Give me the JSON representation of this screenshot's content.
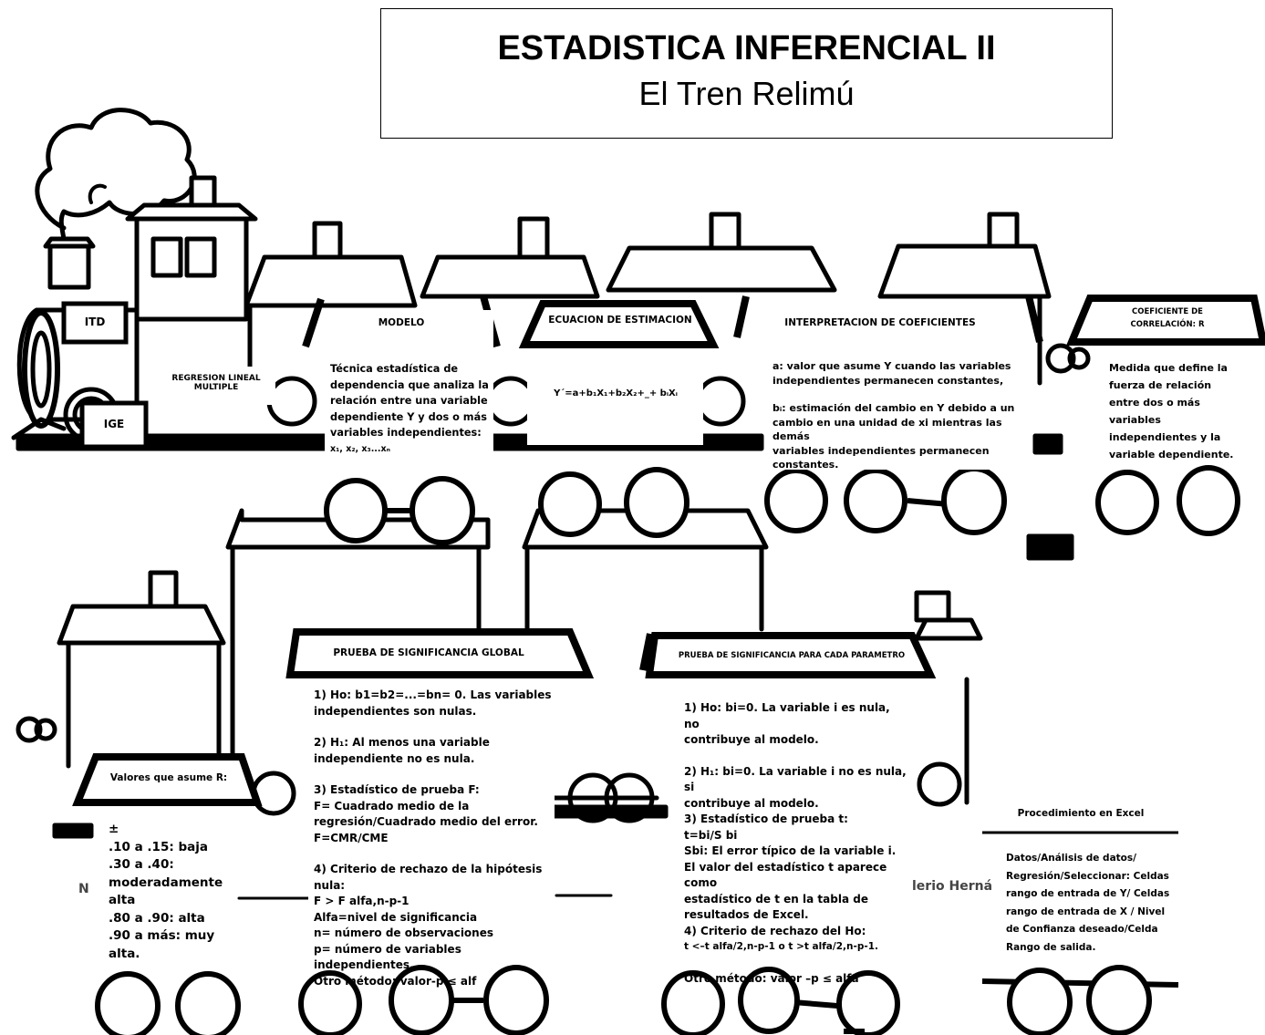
{
  "title": {
    "main": "ESTADISTICA INFERENCIAL II",
    "subtitle": "El Tren Relimú"
  },
  "engine": {
    "itd": "ITD",
    "ige": "IGE",
    "tema": "REGRESION LINEAL MULTIPLE"
  },
  "cars_top": [
    {
      "header": "MODELO",
      "lines": [
        "Técnica estadística de",
        "dependencia que analiza la",
        "relación entre una variable",
        "dependiente Y y dos o más",
        "variables independientes:",
        "x₁, x₂, x₃...xₙ"
      ]
    },
    {
      "header": "ECUACION DE ESTIMACION",
      "lines": [
        "Y´=a+b₁X₁+b₂X₂+_+ bᵢXᵢ"
      ]
    },
    {
      "header": "INTERPRETACION DE COEFICIENTES",
      "lines": [
        "a: valor que asume Y cuando las variables",
        "independientes permanecen constantes,",
        "",
        "bᵢ: estimación del cambio en Y debido a un",
        "cambio en una unidad de xi mientras las demás",
        "variables independientes permanecen",
        "constantes."
      ]
    },
    {
      "header": "COEFICIENTE DE CORRELACIÓN: R",
      "lines": [
        "Medida que define la",
        "fuerza de relación",
        "entre dos o más",
        "variables",
        "independientes y la",
        "variable dependiente."
      ]
    }
  ],
  "cars_bottom": [
    {
      "header": "Valores que asume R:",
      "lines": [
        "±",
        ".10 a .15: baja",
        ".30 a .40:",
        "moderadamente",
        "alta",
        " .80  a .90: alta",
        ".90 a más: muy",
        "alta."
      ]
    },
    {
      "header": "PRUEBA DE SIGNIFICANCIA GLOBAL",
      "lines": [
        "1) Ho: b1=b2=...=bn= 0. Las variables",
        "independientes son nulas.",
        "",
        "2) H₁: Al menos una variable",
        "independiente no es nula.",
        "",
        "3) Estadístico de prueba F:",
        " F= Cuadrado medio de la",
        "regresión/Cuadrado medio del error.",
        "F=CMR/CME",
        "",
        "4) Criterio de rechazo de la hipótesis nula:",
        "F > F alfa,n-p-1",
        "Alfa=nivel de significancia",
        "n= número de observaciones",
        "p= número de variables independientes.",
        "Otro método: valor-p ≤ alf"
      ]
    },
    {
      "header": "PRUEBA DE SIGNIFICANCIA PARA CADA PARAMETRO",
      "lines": [
        "1) Ho: bi=0.  La variable i es nula, no",
        "contribuye al modelo.",
        "",
        " 2) H₁: bi=0. La variable i no es nula, si",
        "contribuye al modelo.",
        "3) Estadístico de prueba t:",
        "t=bi/S bi",
        "Sbi: El error típico de la variable i.",
        "El valor del estadístico t aparece como",
        "estadístico de t en la tabla de",
        "resultados de Excel.",
        "4) Criterio de rechazo del Ho:",
        " t <–t alfa/2,n-p-1 o t >t alfa/2,n-p-1.",
        "",
        "Otro método: valor –p ≤ alfa"
      ]
    },
    {
      "header": "Procedimiento en Excel",
      "lines": [
        "Datos/Análisis de datos/",
        "Regresión/Seleccionar: Celdas",
        "rango de entrada de Y/ Celdas",
        "rango de entrada de X / Nivel",
        "de Confianza deseado/Celda",
        "Rango de salida."
      ]
    }
  ],
  "background_fragments": {
    "left": "N",
    "right": "lerio Herná"
  }
}
